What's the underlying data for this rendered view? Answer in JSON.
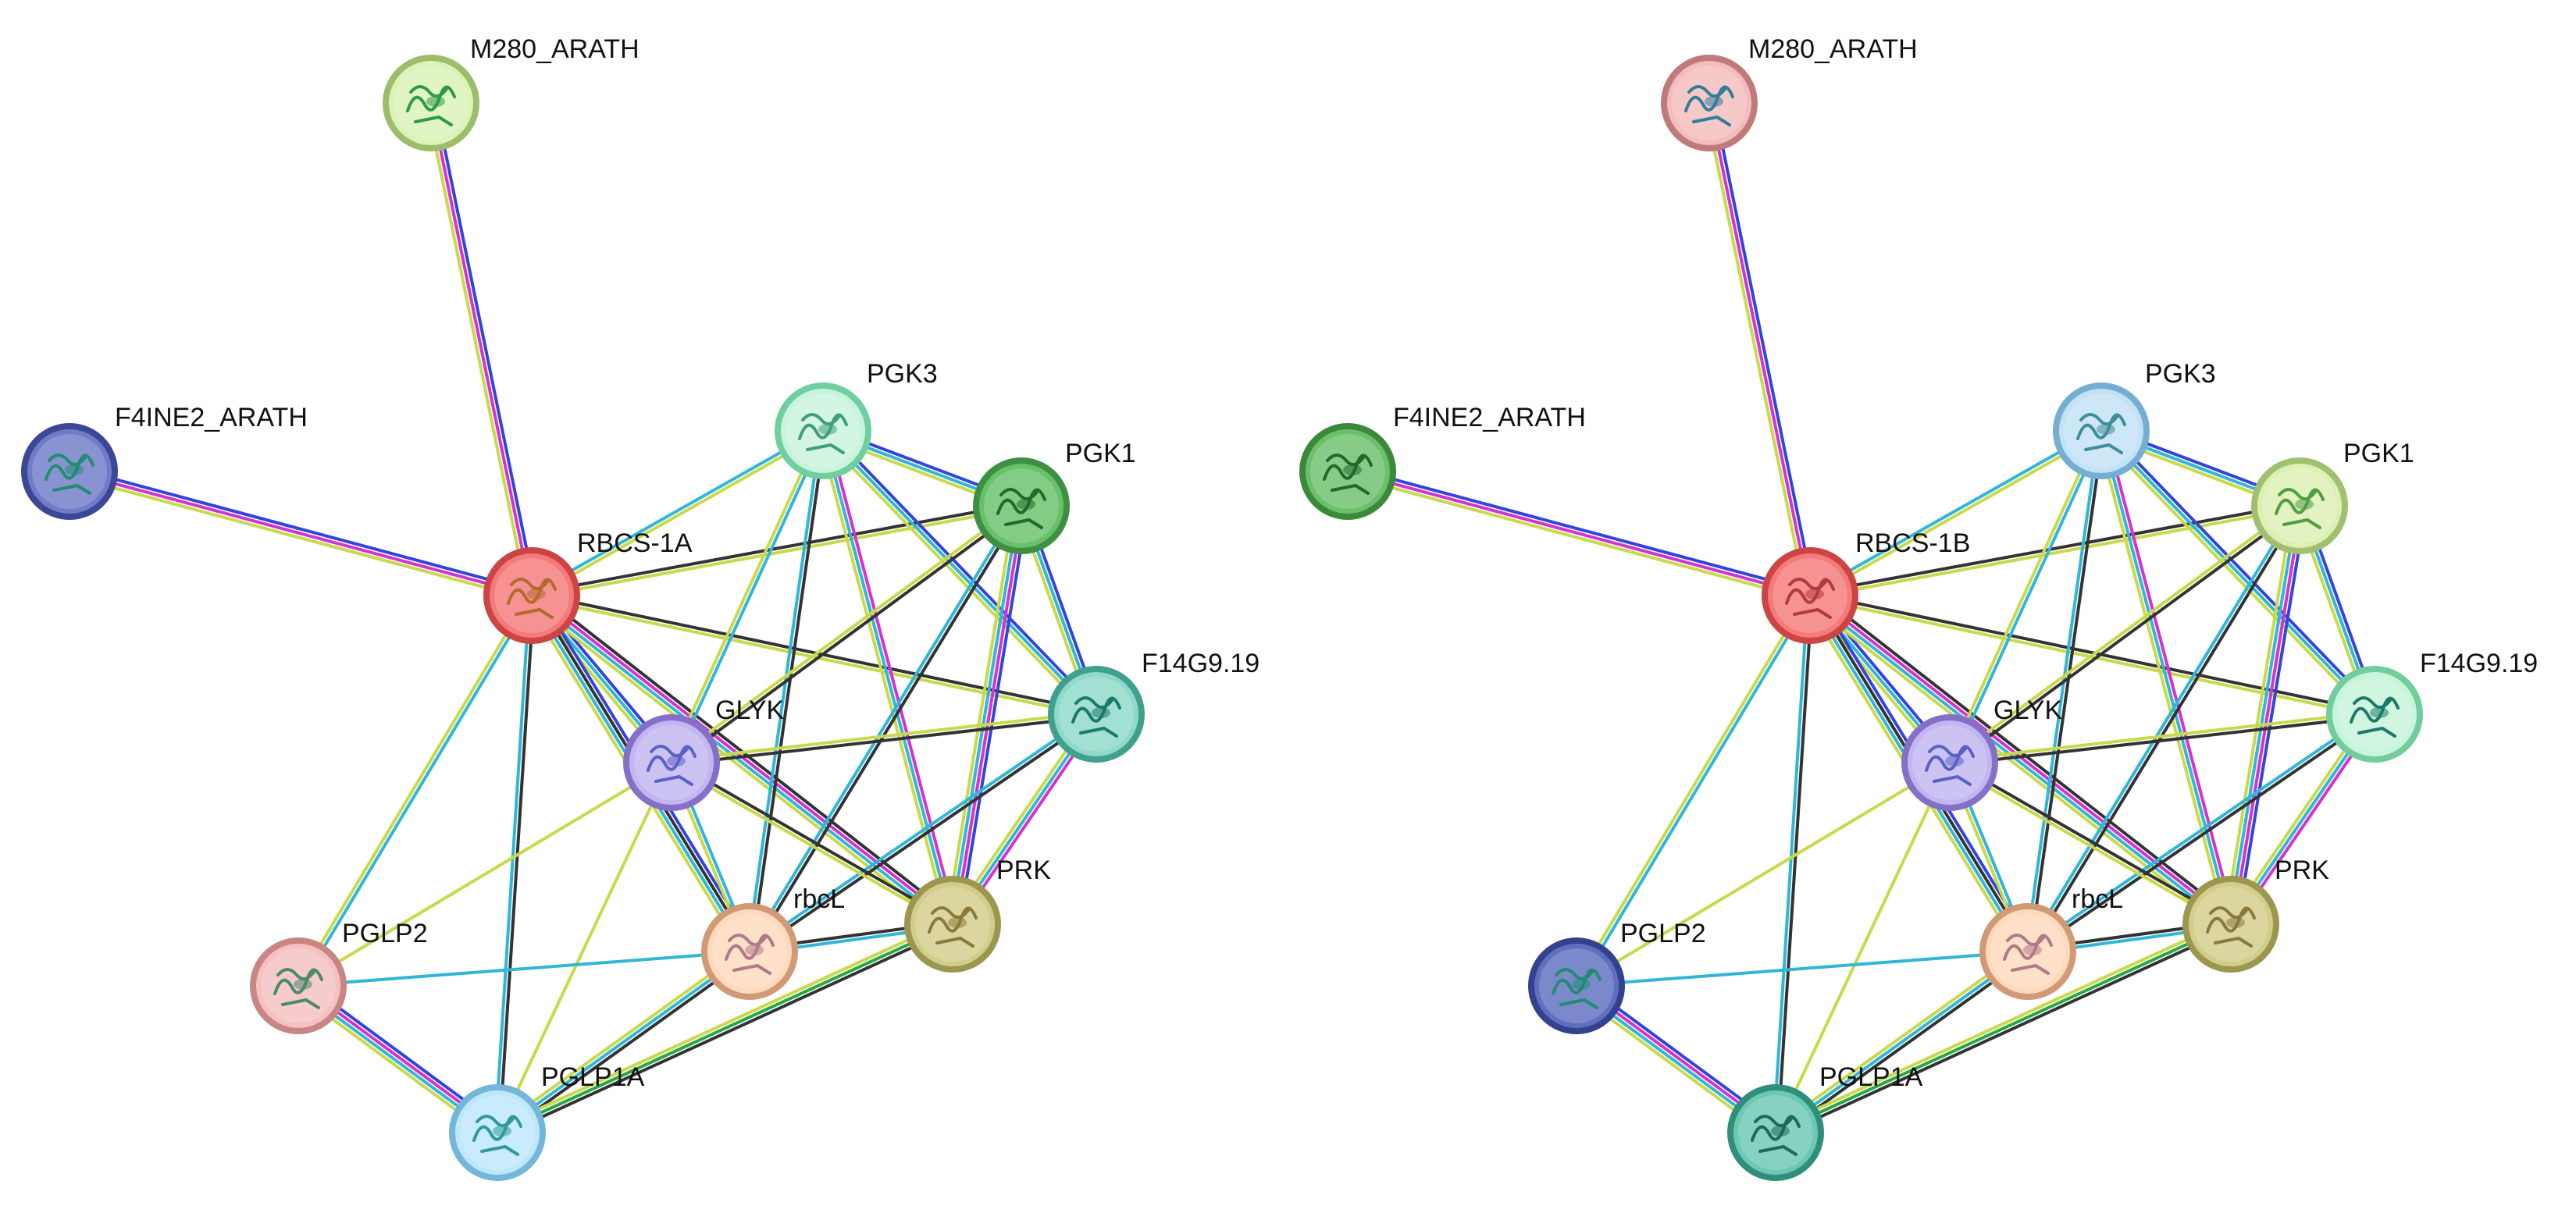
{
  "panels": [
    {
      "id": "left",
      "nodes": [
        {
          "id": "M280_ARATH",
          "label": "M280_ARATH",
          "fill": "#dbf3b8",
          "ring": "#9dbd6a",
          "art": "#2f9a44"
        },
        {
          "id": "F4INE2_ARATH",
          "label": "F4INE2_ARATH",
          "fill": "#6f7cc8",
          "ring": "#3b4797",
          "art": "#1f8d72"
        },
        {
          "id": "PGK3",
          "label": "PGK3",
          "fill": "#c8f4dc",
          "ring": "#6fcf9f",
          "art": "#3f9f7c"
        },
        {
          "id": "PGK1",
          "label": "PGK1",
          "fill": "#67c16a",
          "ring": "#3f8f42",
          "art": "#1f6b2c"
        },
        {
          "id": "RBCS",
          "label": "RBCS-1A",
          "fill": "#f57a7a",
          "ring": "#cc4444",
          "art": "#b36a2f"
        },
        {
          "id": "F14G9",
          "label": "F14G9.19",
          "fill": "#8ed9c9",
          "ring": "#3fa08e",
          "art": "#1c7a6a"
        },
        {
          "id": "GLYK",
          "label": "GLYK",
          "fill": "#c2b6f0",
          "ring": "#8670c7",
          "art": "#5a61c7"
        },
        {
          "id": "rbcL",
          "label": "rbcL",
          "fill": "#ffd9bc",
          "ring": "#d19a77",
          "art": "#b07a86"
        },
        {
          "id": "PRK",
          "label": "PRK",
          "fill": "#d3cd8c",
          "ring": "#9c964f",
          "art": "#8a7a3a"
        },
        {
          "id": "PGLP2",
          "label": "PGLP2",
          "fill": "#f4c0c0",
          "ring": "#c98484",
          "art": "#4b8a6c"
        },
        {
          "id": "PGLP1A",
          "label": "PGLP1A",
          "fill": "#bfe7fb",
          "ring": "#73b6da",
          "art": "#2f9a9a"
        }
      ]
    },
    {
      "id": "right",
      "nodes": [
        {
          "id": "M280_ARATH",
          "label": "M280_ARATH",
          "fill": "#f4bcbc",
          "ring": "#c07a7a",
          "art": "#2f7f9a"
        },
        {
          "id": "F4INE2_ARATH",
          "label": "F4INE2_ARATH",
          "fill": "#6cc06c",
          "ring": "#3a8a3a",
          "art": "#1f6b2c"
        },
        {
          "id": "PGK3",
          "label": "PGK3",
          "fill": "#c3e2f5",
          "ring": "#74aed3",
          "art": "#3f8f9a"
        },
        {
          "id": "PGK1",
          "label": "PGK1",
          "fill": "#dcf0b4",
          "ring": "#a0c070",
          "art": "#4f9f3f"
        },
        {
          "id": "RBCS",
          "label": "RBCS-1B",
          "fill": "#f57a7a",
          "ring": "#cc4444",
          "art": "#b33a3a"
        },
        {
          "id": "F14G9",
          "label": "F14G9.19",
          "fill": "#c6f5da",
          "ring": "#72cc9c",
          "art": "#1c7a6a"
        },
        {
          "id": "GLYK",
          "label": "GLYK",
          "fill": "#c2b6f0",
          "ring": "#8670c7",
          "art": "#5a61c7"
        },
        {
          "id": "rbcL",
          "label": "rbcL",
          "fill": "#ffd9bc",
          "ring": "#d19a77",
          "art": "#b07a86"
        },
        {
          "id": "PRK",
          "label": "PRK",
          "fill": "#d3cd8c",
          "ring": "#9c964f",
          "art": "#8a7a3a"
        },
        {
          "id": "PGLP2",
          "label": "PGLP2",
          "fill": "#5f6fc0",
          "ring": "#34418f",
          "art": "#1f8d72"
        },
        {
          "id": "PGLP1A",
          "label": "PGLP1A",
          "fill": "#6cc8b4",
          "ring": "#2f8f7c",
          "art": "#1c6a5a"
        }
      ]
    }
  ],
  "edges": [
    {
      "from": "M280_ARATH",
      "to": "RBCS",
      "colors": [
        "#3344dd",
        "#d233d2",
        "#c9d94a"
      ]
    },
    {
      "from": "F4INE2_ARATH",
      "to": "RBCS",
      "colors": [
        "#3344dd",
        "#d233d2",
        "#c9d94a"
      ]
    },
    {
      "from": "RBCS",
      "to": "PGK3",
      "colors": [
        "#30b6d8",
        "#c9d94a"
      ]
    },
    {
      "from": "RBCS",
      "to": "PGK1",
      "colors": [
        "#333333",
        "#c9d94a"
      ]
    },
    {
      "from": "RBCS",
      "to": "F14G9",
      "colors": [
        "#333333",
        "#c9d94a"
      ]
    },
    {
      "from": "RBCS",
      "to": "GLYK",
      "colors": [
        "#3344dd",
        "#30b6d8",
        "#c9d94a"
      ]
    },
    {
      "from": "RBCS",
      "to": "rbcL",
      "colors": [
        "#3344dd",
        "#333333",
        "#30b6d8",
        "#c9d94a"
      ]
    },
    {
      "from": "RBCS",
      "to": "PRK",
      "colors": [
        "#333333",
        "#d233d2",
        "#30b6d8",
        "#c9d94a"
      ]
    },
    {
      "from": "RBCS",
      "to": "PGLP2",
      "colors": [
        "#30b6d8",
        "#c9d94a"
      ]
    },
    {
      "from": "RBCS",
      "to": "PGLP1A",
      "colors": [
        "#333333",
        "#30b6d8"
      ]
    },
    {
      "from": "PGK3",
      "to": "PGK1",
      "colors": [
        "#3344dd",
        "#30b6d8",
        "#c9d94a"
      ]
    },
    {
      "from": "PGK3",
      "to": "F14G9",
      "colors": [
        "#3344dd",
        "#30b6d8",
        "#c9d94a"
      ]
    },
    {
      "from": "PGK3",
      "to": "GLYK",
      "colors": [
        "#30b6d8",
        "#c9d94a"
      ]
    },
    {
      "from": "PGK3",
      "to": "rbcL",
      "colors": [
        "#333333",
        "#30b6d8"
      ]
    },
    {
      "from": "PGK3",
      "to": "PRK",
      "colors": [
        "#d233d2",
        "#30b6d8",
        "#c9d94a"
      ]
    },
    {
      "from": "PGK1",
      "to": "F14G9",
      "colors": [
        "#3344dd",
        "#30b6d8",
        "#c9d94a"
      ]
    },
    {
      "from": "PGK1",
      "to": "GLYK",
      "colors": [
        "#333333",
        "#c9d94a"
      ]
    },
    {
      "from": "PGK1",
      "to": "rbcL",
      "colors": [
        "#333333",
        "#30b6d8"
      ]
    },
    {
      "from": "PGK1",
      "to": "PRK",
      "colors": [
        "#3344dd",
        "#d233d2",
        "#30b6d8",
        "#c9d94a"
      ]
    },
    {
      "from": "F14G9",
      "to": "GLYK",
      "colors": [
        "#333333",
        "#c9d94a"
      ]
    },
    {
      "from": "F14G9",
      "to": "rbcL",
      "colors": [
        "#333333",
        "#30b6d8"
      ]
    },
    {
      "from": "F14G9",
      "to": "PRK",
      "colors": [
        "#d233d2",
        "#30b6d8",
        "#c9d94a"
      ]
    },
    {
      "from": "GLYK",
      "to": "rbcL",
      "colors": [
        "#30b6d8",
        "#c9d94a"
      ]
    },
    {
      "from": "GLYK",
      "to": "PRK",
      "colors": [
        "#333333",
        "#c9d94a"
      ]
    },
    {
      "from": "GLYK",
      "to": "PGLP2",
      "colors": [
        "#c9d94a"
      ]
    },
    {
      "from": "GLYK",
      "to": "PGLP1A",
      "colors": [
        "#c9d94a"
      ]
    },
    {
      "from": "rbcL",
      "to": "PRK",
      "colors": [
        "#333333",
        "#30b6d8"
      ]
    },
    {
      "from": "rbcL",
      "to": "PGLP2",
      "colors": [
        "#30b6d8"
      ]
    },
    {
      "from": "rbcL",
      "to": "PGLP1A",
      "colors": [
        "#333333",
        "#30b6d8",
        "#c9d94a"
      ]
    },
    {
      "from": "PRK",
      "to": "PGLP1A",
      "colors": [
        "#333333",
        "#28a745",
        "#c9d94a"
      ]
    },
    {
      "from": "PGLP2",
      "to": "PGLP1A",
      "colors": [
        "#3344dd",
        "#d233d2",
        "#30b6d8",
        "#c9d94a"
      ]
    }
  ]
}
